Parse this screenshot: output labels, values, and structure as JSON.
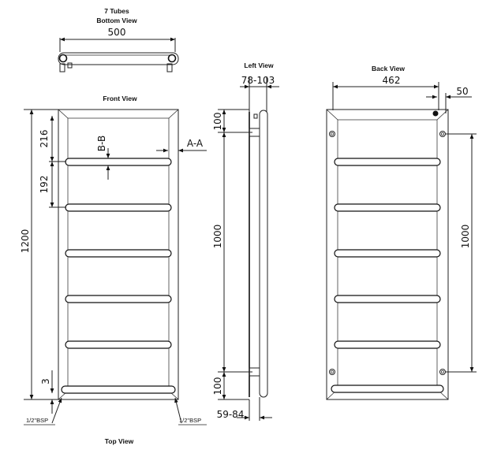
{
  "bottom_view": {
    "title_line1": "7 Tubes",
    "title_line2": "Bottom View",
    "width_dim": "500"
  },
  "front_view": {
    "title": "Front View",
    "height_dim": "1200",
    "top_gap_dim": "216",
    "rail_gap_dim": "192",
    "bottom_gap_dim": "3",
    "section_bb": "B-B",
    "section_aa": "A-A",
    "connection_left": "1/2\"BSP",
    "connection_right": "1/2\"BSP"
  },
  "left_view": {
    "title": "Left View",
    "depth_top_dim": "78-103",
    "bracket_top_dim": "100",
    "bracket_span_dim": "1000",
    "bracket_bottom_dim": "100",
    "depth_bottom_dim": "59-84"
  },
  "back_view": {
    "title": "Back View",
    "width_dim": "462",
    "offset_dim": "50",
    "bracket_span_dim": "1000"
  },
  "top_view": {
    "title": "Top View"
  }
}
